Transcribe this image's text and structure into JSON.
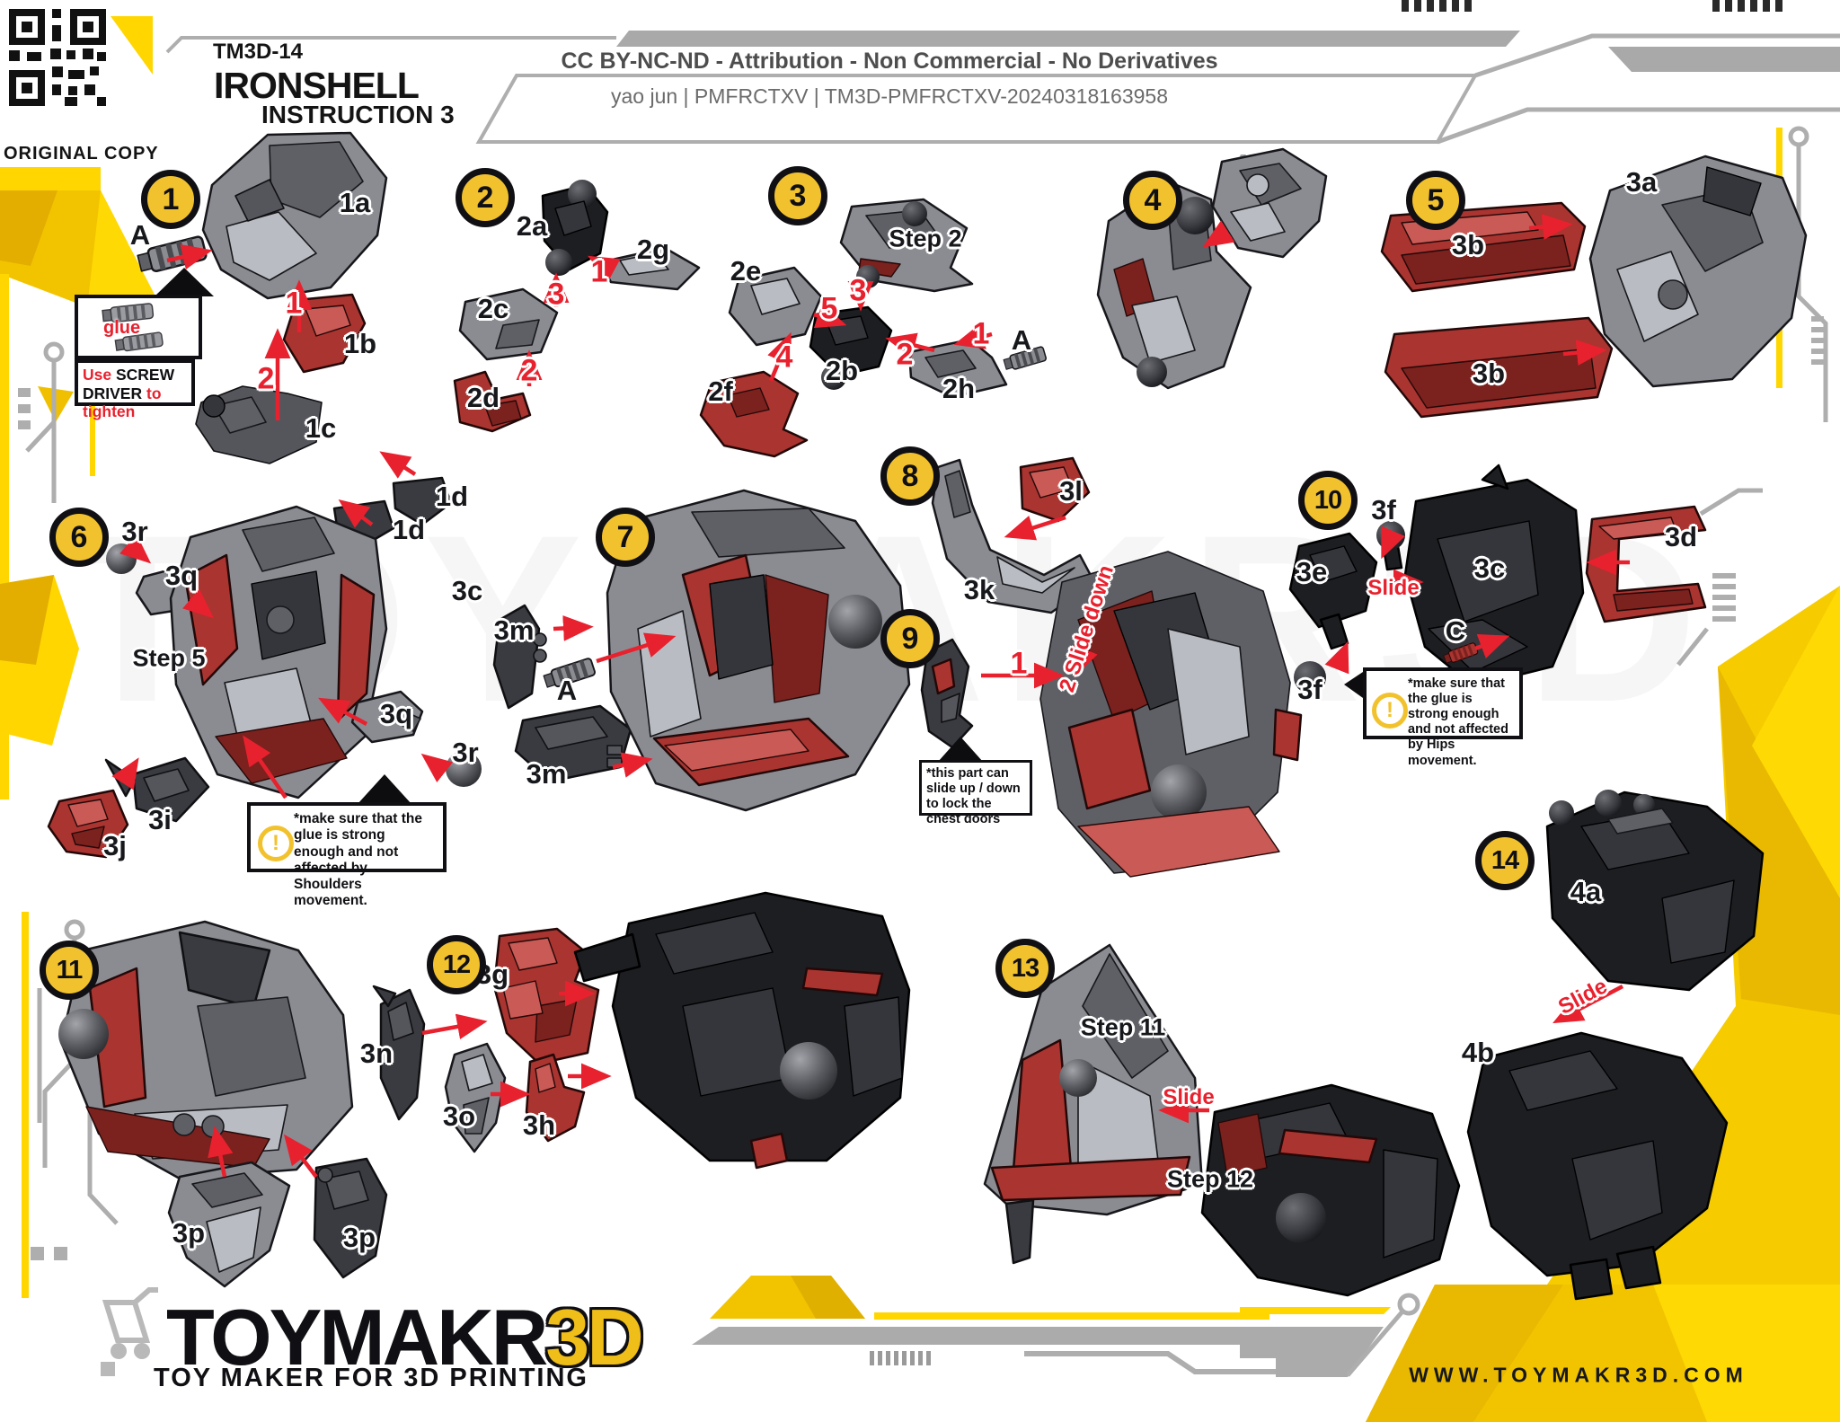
{
  "header": {
    "original_copy": "ORIGINAL COPY",
    "product_code": "TM3D-14",
    "product_name": "IRONSHELL",
    "instruction": "INSTRUCTION 3",
    "license": "CC BY-NC-ND - Attribution - Non Commercial - No Derivatives",
    "meta": "yao jun | PMFRCTXV | TM3D-PMFRCTXV-20240318163958"
  },
  "footer": {
    "brand_black": "TOYMAKR",
    "brand_yellow": "3D",
    "tagline": "TOY MAKER FOR 3D PRINTING",
    "website": "WWW.TOYMAKR3D.COM"
  },
  "watermark": "TOYMAKR3D",
  "colors": {
    "accent_red": "#E8212E",
    "badge_yellow": "#F2C22E",
    "band_yellow": "#FFD600",
    "part_red": "#A93430",
    "part_gray": "#8A8C92",
    "part_black": "#1B1C20"
  },
  "notes": {
    "glue": "glue",
    "tool_use": "Use",
    "tool_screw": "SCREW",
    "tool_driver": "DRIVER",
    "tool_tighten": "to tighten",
    "shoulders": "*make sure that the glue is strong enough and not affected by Shoulders movement.",
    "chest": "*this part can slide up / down to lock the chest doors",
    "hips": "*make sure that the glue is strong enough and not affected by Hips movement.",
    "warning_glyph": "!"
  },
  "steps": [
    {
      "num": "1",
      "labels": [
        "A",
        "1a",
        "1b",
        "1c",
        "1d",
        "1d"
      ],
      "seq": [
        "1",
        "2"
      ]
    },
    {
      "num": "2",
      "labels": [
        "2a",
        "2g",
        "2c",
        "2d"
      ],
      "seq": [
        "1",
        "3",
        "2"
      ]
    },
    {
      "num": "3",
      "labels": [
        "Step 2",
        "2e",
        "2f",
        "2b",
        "2h",
        "A"
      ],
      "seq": [
        "3",
        "5",
        "4",
        "2",
        "1"
      ]
    },
    {
      "num": "4",
      "labels": [],
      "seq": []
    },
    {
      "num": "5",
      "labels": [
        "3b",
        "3b",
        "3a"
      ],
      "seq": []
    },
    {
      "num": "6",
      "labels": [
        "3r",
        "3q",
        "Step 5",
        "3q",
        "3r",
        "3i",
        "3j"
      ],
      "seq": []
    },
    {
      "num": "7",
      "labels": [
        "3c",
        "3m",
        "A",
        "3m"
      ],
      "seq": []
    },
    {
      "num": "8",
      "labels": [
        "3l",
        "3k"
      ],
      "seq": []
    },
    {
      "num": "9",
      "labels": [],
      "seq": [
        "1",
        "2 Slide down"
      ]
    },
    {
      "num": "10",
      "labels": [
        "3f",
        "3e",
        "3c",
        "3d",
        "C",
        "3f"
      ],
      "seq": [
        "Slide"
      ]
    },
    {
      "num": "11",
      "labels": [
        "3p",
        "3p"
      ],
      "seq": []
    },
    {
      "num": "12",
      "labels": [
        "3g",
        "3n",
        "3o",
        "3h"
      ],
      "seq": []
    },
    {
      "num": "13",
      "labels": [
        "Step 11",
        "Step 12"
      ],
      "seq": [
        "Slide"
      ]
    },
    {
      "num": "14",
      "labels": [
        "4a",
        "4b"
      ],
      "seq": [
        "Slide"
      ]
    }
  ]
}
